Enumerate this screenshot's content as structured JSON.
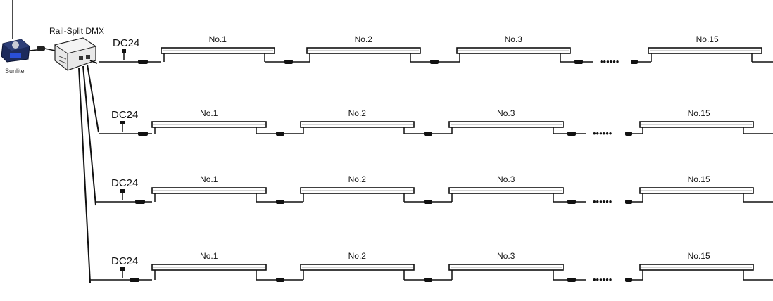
{
  "controller": {
    "label": "Sunlite"
  },
  "splitter": {
    "label": "Rail-Split DMX"
  },
  "power": {
    "label": "DC24"
  },
  "fixtures": [
    "No.1",
    "No.2",
    "No.3",
    "No.15"
  ],
  "ellipsis": "••••••",
  "rows": 4,
  "colors": {
    "line": "#111111",
    "device": "#1d2b5c",
    "accent": "#2a4fd6"
  }
}
